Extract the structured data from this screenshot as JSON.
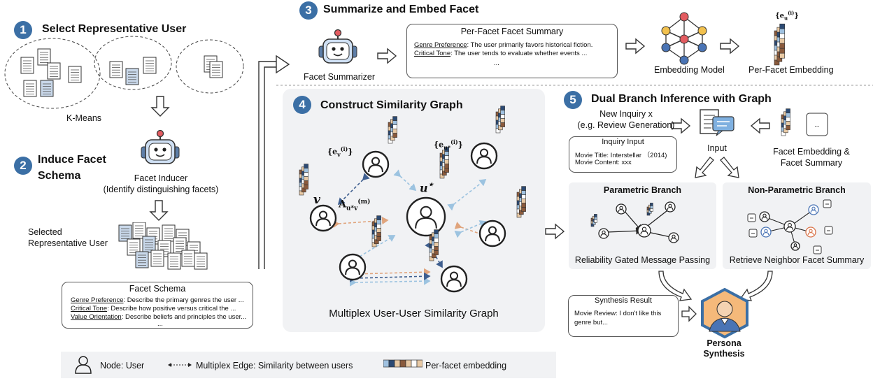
{
  "step1": {
    "number": "1",
    "title": "Select Representative User",
    "kmeans": "K-Means"
  },
  "step2": {
    "number": "2",
    "title_line1": "Induce Facet",
    "title_line2": "Schema",
    "inducer_name": "Facet Inducer",
    "inducer_desc": "(Identify distinguishing facets)",
    "selected_line1": "Selected",
    "selected_line2": "Representative User"
  },
  "facet_schema": {
    "title": "Facet Schema",
    "rows": [
      {
        "key": "Genre Preference",
        "text": ":  Describe the primary genres the user ..."
      },
      {
        "key": "Critical Tone",
        "text": ":  Describe how positive versus critical the ..."
      },
      {
        "key": "Value Orientation",
        "text": ":  Describe beliefs and principles the user..."
      }
    ],
    "ellipsis": "..."
  },
  "step3": {
    "number": "3",
    "title": "Summarize and Embed Facet",
    "summarizer": "Facet Summarizer",
    "summary_title": "Per-Facet Facet Summary",
    "summary_rows": [
      {
        "key": "Genre Preference",
        "text": ":  The user primarily favors historical fiction."
      },
      {
        "key": "Critical Tone",
        "text": ": The user tends to evaluate whether events ..."
      }
    ],
    "summary_ellipsis": "...",
    "embedding_model": "Embedding Model",
    "per_facet_embedding": "Per-Facet Embedding",
    "embedding_symbol": "{e_u^(i)}"
  },
  "step4": {
    "number": "4",
    "title": "Construct Similarity Graph",
    "graph_caption": "Multiplex User-User Similarity Graph",
    "node_v": "v",
    "node_u": "u*",
    "adj": "A_{u*v}^(m)"
  },
  "step5": {
    "number": "5",
    "title": "Dual Branch Inference with Graph",
    "new_inquiry_line1": "New Inquiry x",
    "new_inquiry_line2": "(e.g. Review Generation)",
    "inquiry_title": "Inquiry Input",
    "movie_title": "Movie Title: Interstellar （2014)",
    "movie_content": "Movie Content: xxx",
    "input_label": "Input",
    "facet_emb_line1": "Facet Embedding &",
    "facet_emb_line2": "Facet Summary",
    "param_title": "Parametric Branch",
    "param_caption": "Reliability Gated Message Passing",
    "nonparam_title": "Non-Parametric Branch",
    "nonparam_caption": "Retrieve Neighbor Facet Summary",
    "synth_title": "Synthesis Result",
    "synth_line1": "Movie Review: I don't like this",
    "synth_line2": "genre but...",
    "persona_line1": "Persona",
    "persona_line2": "Synthesis"
  },
  "legend": {
    "node": "Node: User",
    "edge": "Multiplex Edge: Similarity between users",
    "embedding": "Per-facet embedding"
  },
  "colors": {
    "accent": "#3b6fa5",
    "edge_orange": "#e0a47c",
    "edge_lightblue": "#9cc3e0",
    "edge_darkblue": "#3f5f8f",
    "emb_brown": "#8a5a3c",
    "emb_tan": "#e8c9a4",
    "emb_navy": "#2c4a73",
    "emb_blue": "#9fc1e0"
  }
}
